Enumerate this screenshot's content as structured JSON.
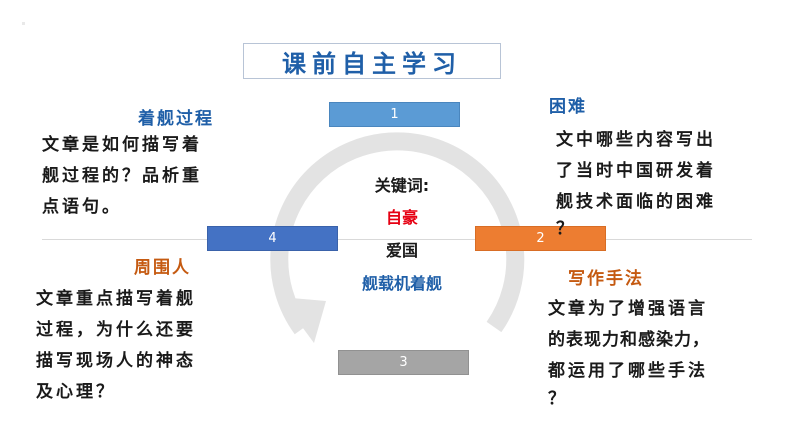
{
  "title": "课前自主学习",
  "cycle": {
    "tab1": "1",
    "tab2": "2",
    "tab3": "3",
    "tab4": "4",
    "colors": {
      "tab1": "#5b9bd5",
      "tab2": "#ed7d31",
      "tab3": "#a5a5a5",
      "tab4": "#4472c4",
      "ring": "#e3e3e3"
    }
  },
  "center": {
    "label": "关键词:",
    "keyword_red": "自豪",
    "keyword_black": "爱国",
    "keyword_blue": "舰载机着舰"
  },
  "sections": {
    "s1": {
      "heading": "着舰过程",
      "lines": [
        "文章是如何描写着",
        "舰过程的？品析重",
        "点语句。"
      ]
    },
    "s2": {
      "heading": "困难",
      "lines": [
        "文中哪些内容写出",
        "了当时中国研发着",
        "舰技术面临的困难",
        "？"
      ]
    },
    "s3": {
      "heading": "周围人",
      "lines": [
        "文章重点描写着舰",
        "过程，为什么还要",
        "描写现场人的神态",
        "及心理？"
      ]
    },
    "s4": {
      "heading": "写作手法",
      "lines": [
        "文章为了增强语言",
        "的表现力和感染力，",
        "都运用了哪些手法",
        "？"
      ]
    }
  }
}
